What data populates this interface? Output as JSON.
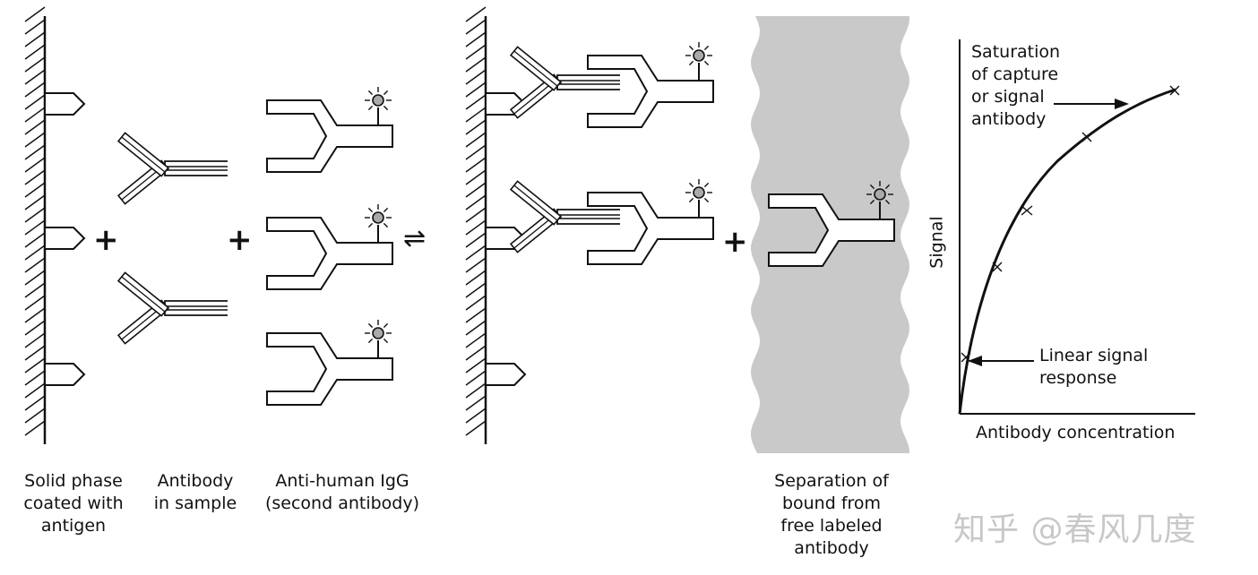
{
  "labels": {
    "solid_phase": [
      "Solid phase",
      "coated with",
      "antigen"
    ],
    "antibody_sample": [
      "Antibody",
      "in sample"
    ],
    "anti_igg": [
      "Anti-human IgG",
      "(second antibody)"
    ],
    "separation": [
      "Separation of",
      "bound from",
      "free labeled",
      "antibody"
    ]
  },
  "operators": {
    "plus": "+",
    "equilibrium": "⇌"
  },
  "graph": {
    "ylabel": "Signal",
    "xlabel": "Antibody concentration",
    "annot_saturation": [
      "Saturation",
      "of capture",
      "or signal",
      "antibody"
    ],
    "annot_linear": [
      "Linear signal",
      "response"
    ]
  },
  "colors": {
    "stroke": "#111111",
    "band": "#c9c9c9",
    "label_dot": "#aaaaaa"
  },
  "watermark": "知乎 @春风几度"
}
